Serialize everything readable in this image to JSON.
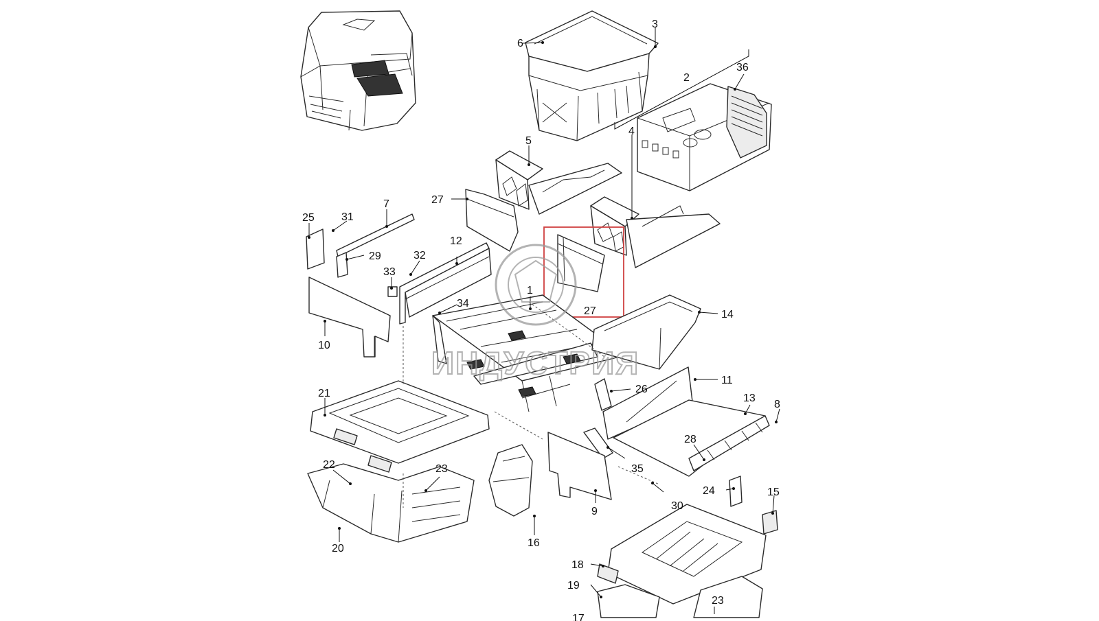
{
  "diagram": {
    "callouts": [
      "1",
      "2",
      "3",
      "4",
      "5",
      "6",
      "7",
      "8",
      "9",
      "10",
      "11",
      "12",
      "13",
      "14",
      "15",
      "16",
      "17",
      "18",
      "19",
      "20",
      "21",
      "22",
      "23",
      "24",
      "25",
      "26",
      "27",
      "28",
      "29",
      "30",
      "31",
      "32",
      "33",
      "34",
      "35",
      "36"
    ],
    "highlight": {
      "label": "27",
      "color": "#d04040"
    },
    "watermark": {
      "text": "ИНДУСТРИЯ"
    }
  }
}
